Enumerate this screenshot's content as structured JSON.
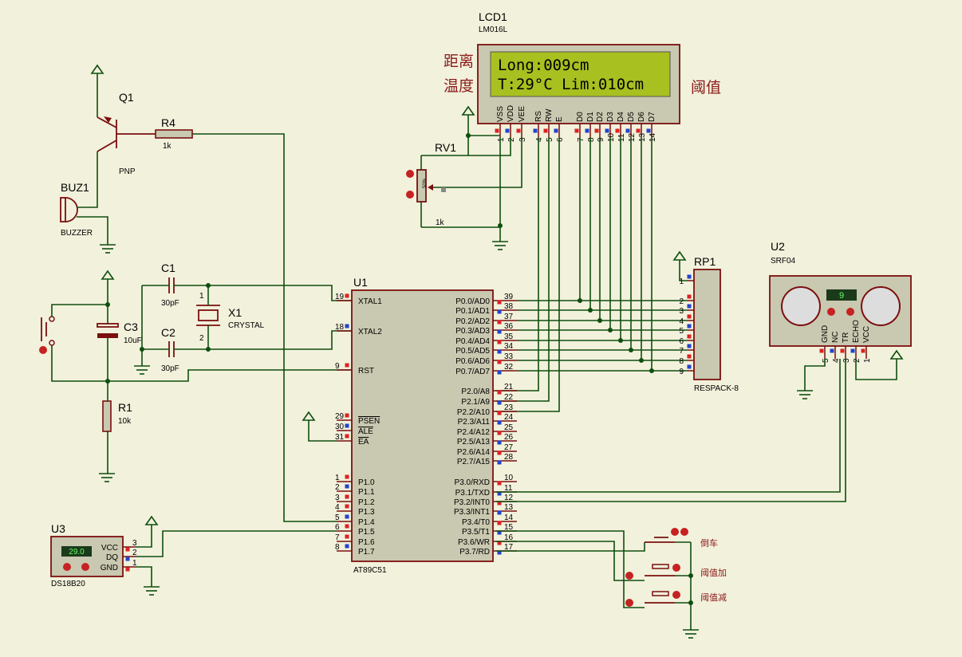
{
  "lcd": {
    "ref": "LCD1",
    "model": "LM016L",
    "line1": "Long:009cm",
    "line2": "T:29°C Lim:010cm",
    "label_distance": "距离",
    "label_temp": "温度",
    "label_threshold": "阈值",
    "pin_names": [
      "VSS",
      "VDD",
      "VEE",
      "RS",
      "RW",
      "E",
      "D0",
      "D1",
      "D2",
      "D3",
      "D4",
      "D5",
      "D6",
      "D7"
    ],
    "pin_numbers": [
      "1",
      "2",
      "3",
      "4",
      "5",
      "6",
      "7",
      "8",
      "9",
      "10",
      "11",
      "12",
      "13",
      "14"
    ],
    "screen_color": "#a8c020"
  },
  "transistor": {
    "ref": "Q1",
    "type": "PNP"
  },
  "r4": {
    "ref": "R4",
    "value": "1k"
  },
  "buzzer": {
    "ref": "BUZ1",
    "type": "BUZZER"
  },
  "rv1": {
    "ref": "RV1",
    "value": "1k",
    "pct": "50%"
  },
  "c1": {
    "ref": "C1",
    "value": "30pF"
  },
  "c2": {
    "ref": "C2",
    "value": "30pF"
  },
  "c3": {
    "ref": "C3",
    "value": "10uF"
  },
  "x1": {
    "ref": "X1",
    "type": "CRYSTAL",
    "pin1": "1",
    "pin2": "2"
  },
  "r1": {
    "ref": "R1",
    "value": "10k"
  },
  "mcu": {
    "ref": "U1",
    "model": "AT89C51",
    "left_pins": [
      {
        "num": "19",
        "name": "XTAL1"
      },
      {
        "num": "18",
        "name": "XTAL2"
      },
      {
        "num": "9",
        "name": "RST"
      },
      {
        "num": "29",
        "name": "PSEN"
      },
      {
        "num": "30",
        "name": "ALE"
      },
      {
        "num": "31",
        "name": "EA"
      },
      {
        "num": "1",
        "name": "P1.0"
      },
      {
        "num": "2",
        "name": "P1.1"
      },
      {
        "num": "3",
        "name": "P1.2"
      },
      {
        "num": "4",
        "name": "P1.3"
      },
      {
        "num": "5",
        "name": "P1.4"
      },
      {
        "num": "6",
        "name": "P1.5"
      },
      {
        "num": "7",
        "name": "P1.6"
      },
      {
        "num": "8",
        "name": "P1.7"
      }
    ],
    "right_pins": [
      {
        "num": "39",
        "name": "P0.0/AD0"
      },
      {
        "num": "38",
        "name": "P0.1/AD1"
      },
      {
        "num": "37",
        "name": "P0.2/AD2"
      },
      {
        "num": "36",
        "name": "P0.3/AD3"
      },
      {
        "num": "35",
        "name": "P0.4/AD4"
      },
      {
        "num": "34",
        "name": "P0.5/AD5"
      },
      {
        "num": "33",
        "name": "P0.6/AD6"
      },
      {
        "num": "32",
        "name": "P0.7/AD7"
      },
      {
        "num": "21",
        "name": "P2.0/A8"
      },
      {
        "num": "22",
        "name": "P2.1/A9"
      },
      {
        "num": "23",
        "name": "P2.2/A10"
      },
      {
        "num": "24",
        "name": "P2.3/A11"
      },
      {
        "num": "25",
        "name": "P2.4/A12"
      },
      {
        "num": "26",
        "name": "P2.5/A13"
      },
      {
        "num": "27",
        "name": "P2.6/A14"
      },
      {
        "num": "28",
        "name": "P2.7/A15"
      },
      {
        "num": "10",
        "name": "P3.0/RXD"
      },
      {
        "num": "11",
        "name": "P3.1/TXD"
      },
      {
        "num": "12",
        "name": "P3.2/INT0"
      },
      {
        "num": "13",
        "name": "P3.3/INT1"
      },
      {
        "num": "14",
        "name": "P3.4/T0"
      },
      {
        "num": "15",
        "name": "P3.5/T1"
      },
      {
        "num": "16",
        "name": "P3.6/WR"
      },
      {
        "num": "17",
        "name": "P3.7/RD"
      }
    ]
  },
  "rp1": {
    "ref": "RP1",
    "model": "RESPACK-8",
    "pins": [
      "1",
      "2",
      "3",
      "4",
      "5",
      "6",
      "7",
      "8",
      "9"
    ]
  },
  "u2": {
    "ref": "U2",
    "model": "SRF04",
    "display": "9",
    "pin_names": [
      "GND",
      "NC",
      "TR",
      "ECHO",
      "VCC"
    ],
    "pin_numbers": [
      "5",
      "4",
      "3",
      "2",
      "1"
    ]
  },
  "u3": {
    "ref": "U3",
    "model": "DS18B20",
    "display": "29.0",
    "pin_names": [
      "VCC",
      "DQ",
      "GND"
    ],
    "pin_numbers": [
      "3",
      "2",
      "1"
    ]
  },
  "buttons": {
    "reverse": "倒车",
    "threshold_up": "阈值加",
    "threshold_down": "阈值减"
  },
  "colors": {
    "wire": "#0e4f0e",
    "part": "#7a0f0f",
    "chip_body": "#c9c8b0",
    "background": "#f2f1dc"
  }
}
